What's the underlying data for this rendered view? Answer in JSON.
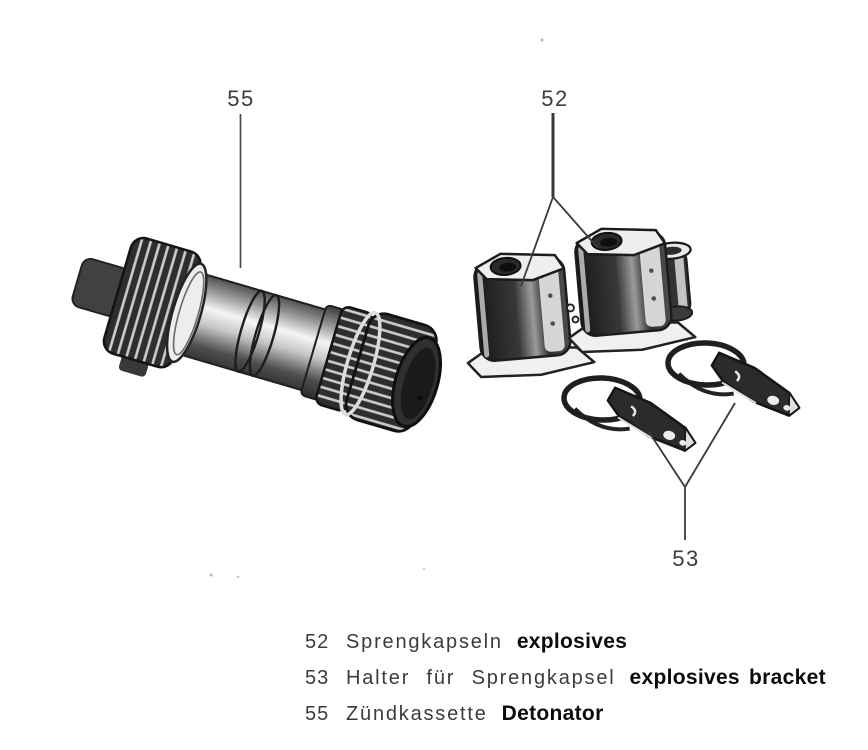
{
  "figure": {
    "callouts": {
      "c55": "55",
      "c52": "52",
      "c53": "53"
    }
  },
  "legend": {
    "rows": [
      {
        "number": "52",
        "german": "Sprengkapseln",
        "english": "explosives"
      },
      {
        "number": "53",
        "german": "Halter für Sprengkapsel",
        "english": "explosives bracket"
      },
      {
        "number": "55",
        "german": "Zündkassette",
        "english": "Detonator"
      }
    ]
  },
  "colors": {
    "paper": "#ffffff",
    "ink": "#2e2e2e",
    "callout_text": "#3c3c3c"
  }
}
